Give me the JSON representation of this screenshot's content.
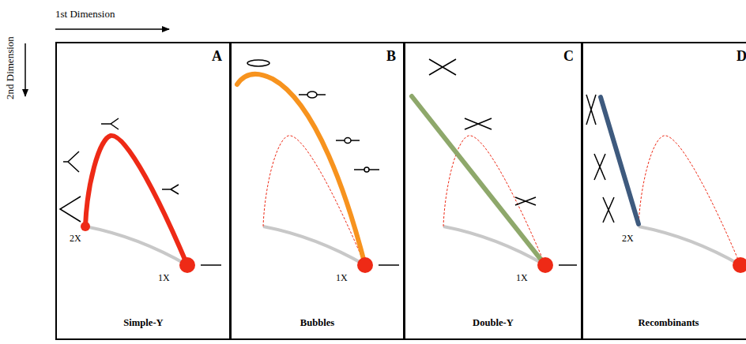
{
  "diagram": {
    "nodes": [
      {
        "text": [
          "A",
          "Simple-Y"
        ]
      },
      {
        "text": [
          "B",
          "Bubbles"
        ]
      },
      {
        "text": [
          "C",
          "Double-Y"
        ]
      },
      {
        "text": [
          "D",
          "Recombinants"
        ]
      }
    ],
    "labels": [
      "1st Dimension",
      "2nd Dimension",
      "2X",
      "1X",
      "1X",
      "1X",
      "2X"
    ]
  }
}
